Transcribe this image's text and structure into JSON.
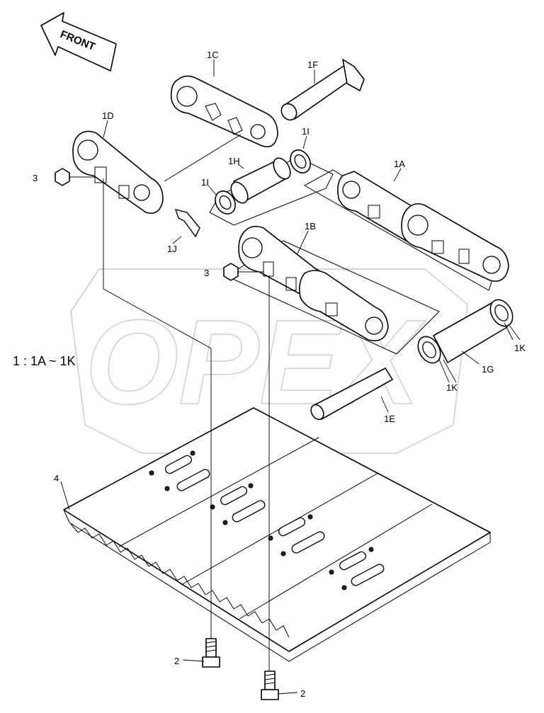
{
  "watermark": "OPEX",
  "direction_label": "FRONT",
  "scale_note": "1 : 1A ~ 1K",
  "callouts": {
    "c1A": "1A",
    "c1B": "1B",
    "c1C": "1C",
    "c1D": "1D",
    "c1E": "1E",
    "c1F": "1F",
    "c1G": "1G",
    "c1H": "1H",
    "c1I_a": "1I",
    "c1I_b": "1I",
    "c1J": "1J",
    "c1K_a": "1K",
    "c1K_b": "1K",
    "c3_a": "3",
    "c3_b": "3",
    "c4": "4",
    "c2_a": "2",
    "c2_b": "2"
  }
}
